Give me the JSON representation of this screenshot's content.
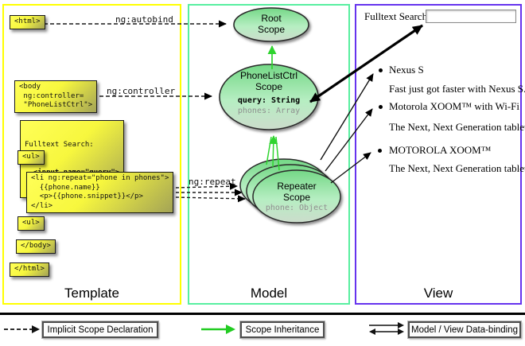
{
  "columns": {
    "template": {
      "title": "Template"
    },
    "model": {
      "title": "Model"
    },
    "view": {
      "title": "View"
    }
  },
  "template": {
    "boxes": [
      {
        "text": "<html>"
      },
      {
        "text": "<body\n ng:controller=\n \"PhoneListCtrl\">"
      },
      {
        "line_normal": "Fulltext Search:",
        "line_bold": "  <input name=\"query\">"
      },
      {
        "text": "<ul>"
      },
      {
        "text": "<li ng:repeat=\"phone in phones\">\n  {{phone.name}}\n  <p>{{phone.snippet}}</p>\n</li>"
      },
      {
        "text": "<ul>"
      },
      {
        "text": "</body>"
      },
      {
        "text": "</html>"
      }
    ],
    "arrow_labels": {
      "autobind": "ng:autobind",
      "controller": "ng:controller",
      "repeat": "ng:repeat"
    }
  },
  "model": {
    "root_scope": {
      "title": "Root\nScope"
    },
    "phone_list_ctrl_scope": {
      "title": "PhoneListCtrl\nScope",
      "property_query": "query: String",
      "property_phones": "phones: Array"
    },
    "repeater_scope": {
      "title": "Repeater\nScope",
      "property_phone": "phone: Object"
    }
  },
  "view": {
    "search_label": "Fulltext Search:",
    "search_value": "",
    "items": [
      {
        "title": "Nexus S",
        "description": "Fast just got faster with Nexus S."
      },
      {
        "title": "Motorola XOOM™  with Wi-Fi",
        "description": "The Next, Next Generation tablet."
      },
      {
        "title": "MOTOROLA XOOM™",
        "description": "The Next, Next Generation tablet."
      }
    ]
  },
  "legend": {
    "implicit_scope": "Implicit Scope Declaration",
    "scope_inheritance": "Scope Inheritance",
    "data_binding": "Model / View Data-binding"
  },
  "colors": {
    "template_border": "#FFFF00",
    "model_border": "#58EFA0",
    "view_border": "#6633EE",
    "scope_fill_top": "#74D886",
    "inheritance_green": "#2FD42F",
    "code_box_yellow": "#F7F73E"
  }
}
